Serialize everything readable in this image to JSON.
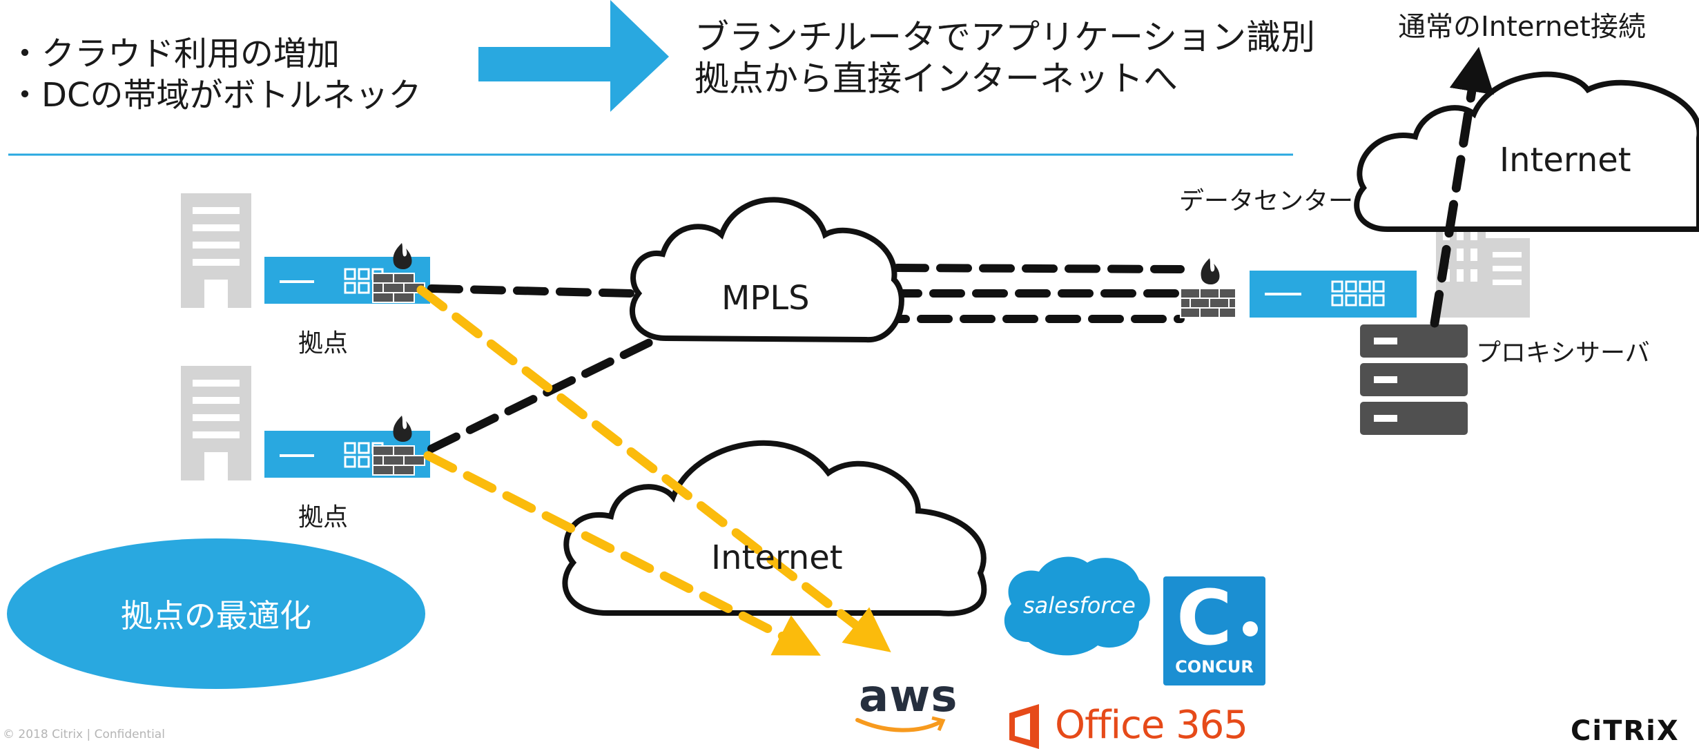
{
  "bullets": [
    "・クラウド利用の増加",
    "・DCの帯域がボトルネック"
  ],
  "headline": [
    "ブランチルータでアプリケーション識別",
    "拠点から直接インターネットへ"
  ],
  "top_right_label": "通常のInternet接続",
  "datacenter_label": "データセンター",
  "proxy_label": "プロキシサーバ",
  "branch_labels": [
    "拠点",
    "拠点"
  ],
  "cloud_labels": {
    "mpls": "MPLS",
    "internet_top": "Internet",
    "internet_bottom": "Internet"
  },
  "ellipse_text": "拠点の最適化",
  "logos": {
    "salesforce": "salesforce",
    "concur_letter": "C",
    "concur": "CONCUR",
    "aws": "aws",
    "office": "Office 365",
    "citrix": "CiTRiX"
  },
  "footer": "© 2018 Citrix | Confidential",
  "colors": {
    "accent": "#29a8e0",
    "gold": "#fbbb0c",
    "gray": "#d4d4d4",
    "dark": "#111111"
  }
}
